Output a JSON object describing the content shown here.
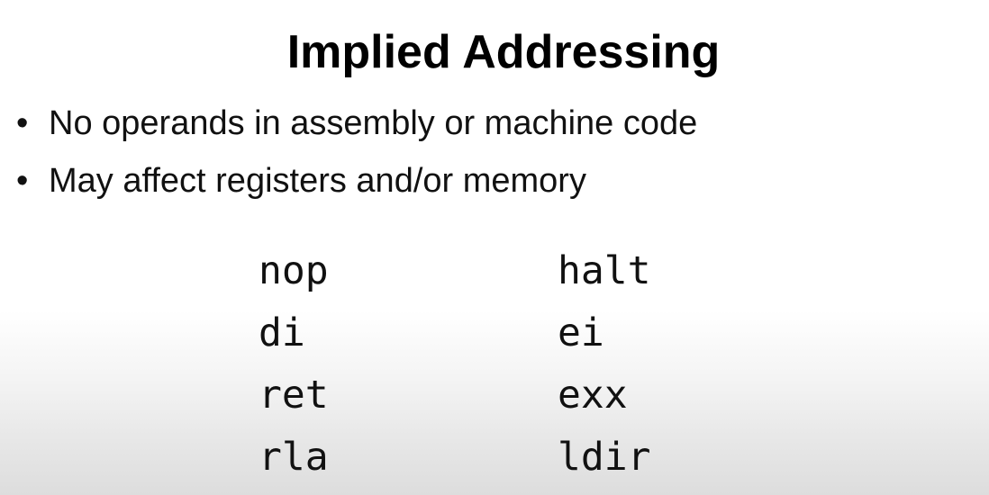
{
  "slide": {
    "title": "Implied Addressing",
    "bullet_glyph": "•",
    "bullets": [
      "No operands in assembly or machine code",
      "May affect registers and/or memory"
    ],
    "instructions": [
      [
        "nop",
        "halt"
      ],
      [
        "di",
        "ei"
      ],
      [
        "ret",
        "exx"
      ],
      [
        "rla",
        "ldir"
      ]
    ]
  }
}
